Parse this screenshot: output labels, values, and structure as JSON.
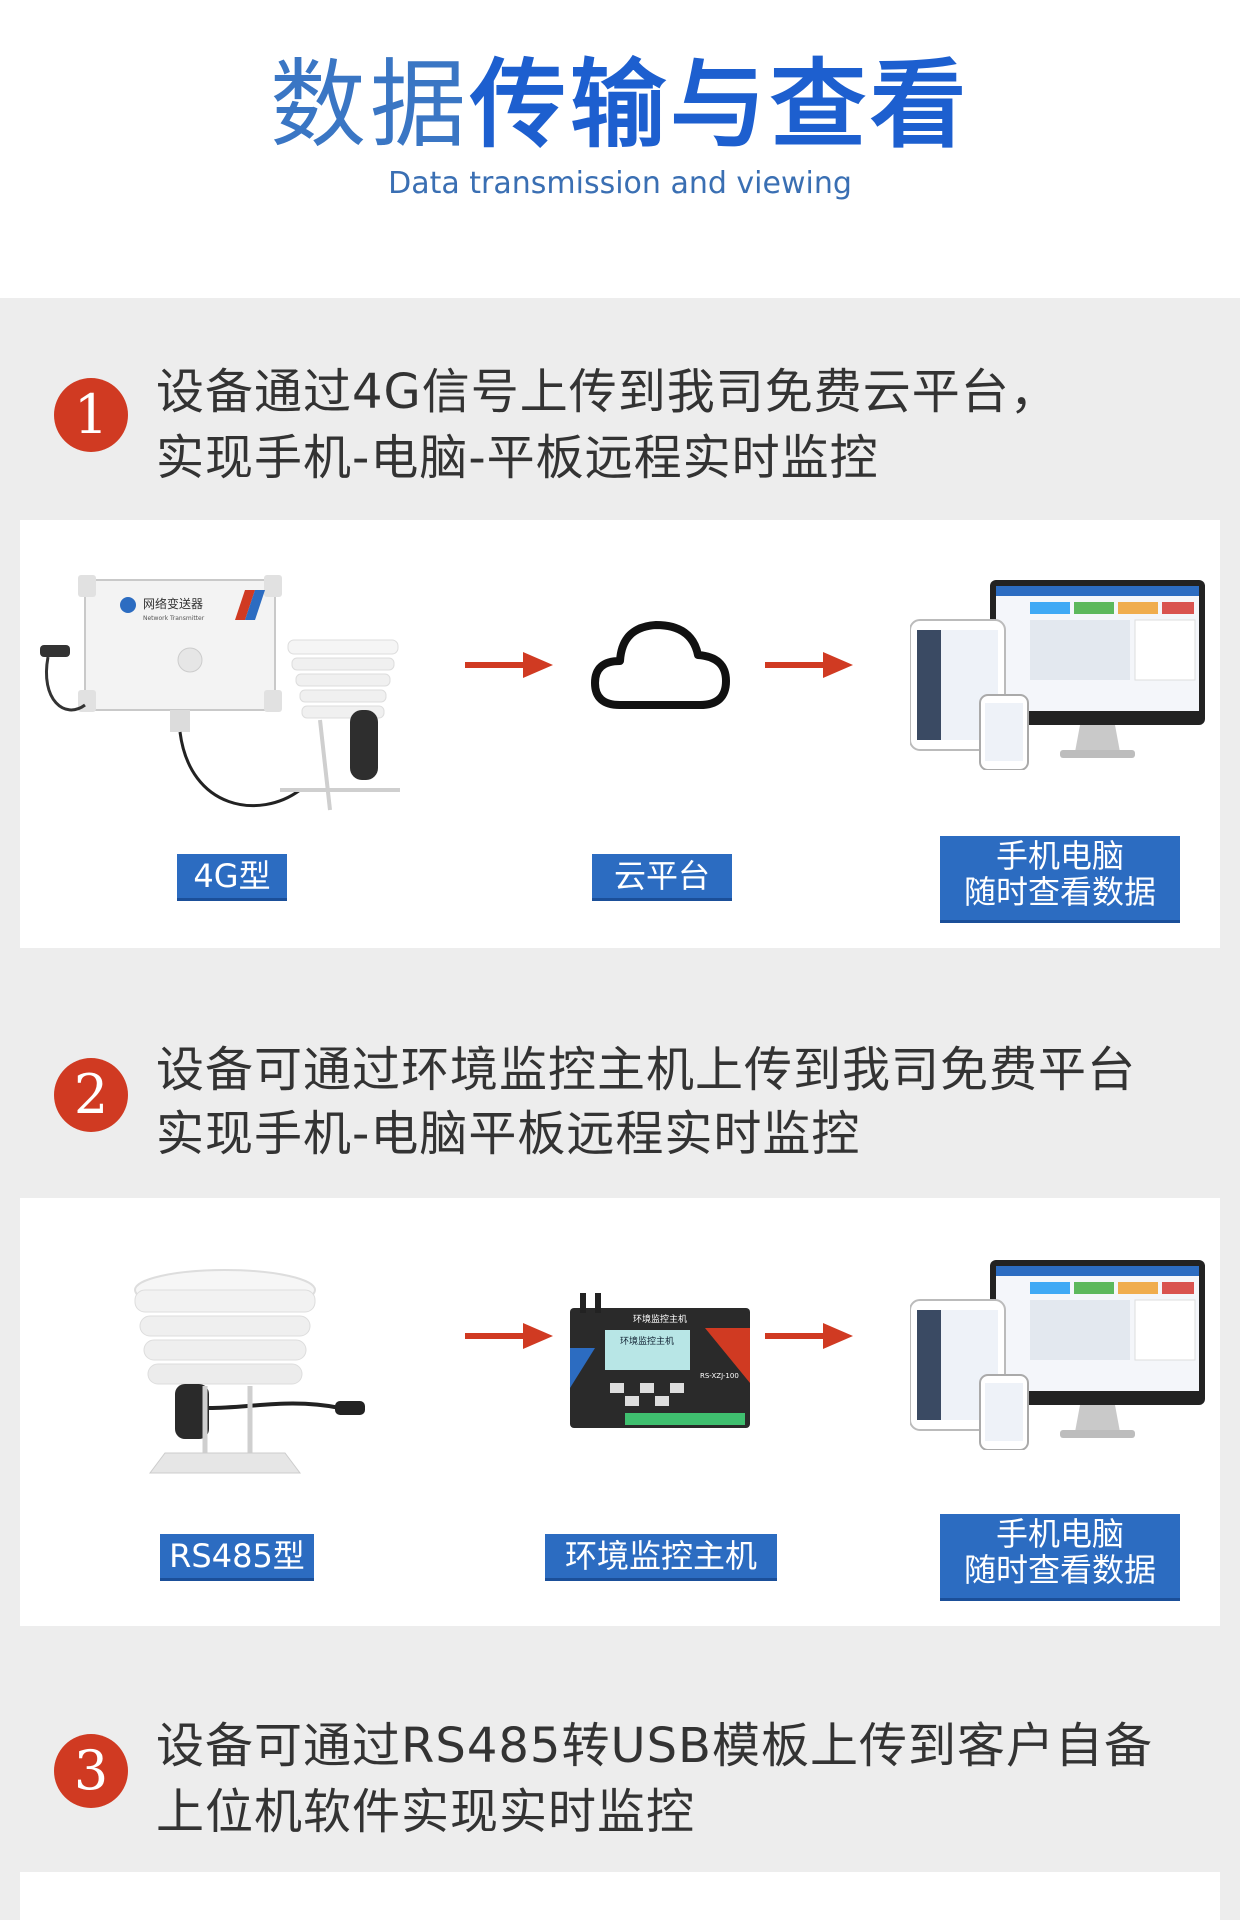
{
  "header": {
    "title_part1": "数据",
    "title_part2": "传输与查看",
    "subtitle": "Data transmission and viewing"
  },
  "steps": [
    {
      "number": "1",
      "line1": "设备通过4G信号上传到我司免费云平台，",
      "line2": "实现手机-电脑-平板远程实时监控",
      "labels": [
        "4G型",
        "云平台"
      ],
      "view_label_line1": "手机电脑",
      "view_label_line2": "随时查看数据",
      "device_brand_text": "网络变送器",
      "device_brand_sub": "Network Transmitter"
    },
    {
      "number": "2",
      "line1": "设备可通过环境监控主机上传到我司免费平台",
      "line2": "实现手机-电脑平板远程实时监控",
      "labels": [
        "RS485型",
        "环境监控主机"
      ],
      "view_label_line1": "手机电脑",
      "view_label_line2": "随时查看数据",
      "host_title": "环境监控主机",
      "host_screen": "环境监控主机",
      "host_model": "RS-XZJ-100"
    },
    {
      "number": "3",
      "line1": "设备可通过RS485转USB模板上传到客户自备",
      "line2": "上位机软件实现实时监控"
    }
  ],
  "colors": {
    "accent_blue": "#2c6cc1",
    "title_blue": "#1d5fcf",
    "step_red": "#d03a22",
    "arrow_red": "#d03a22"
  },
  "icons": [
    "arrow-right-icon",
    "cloud-icon"
  ]
}
